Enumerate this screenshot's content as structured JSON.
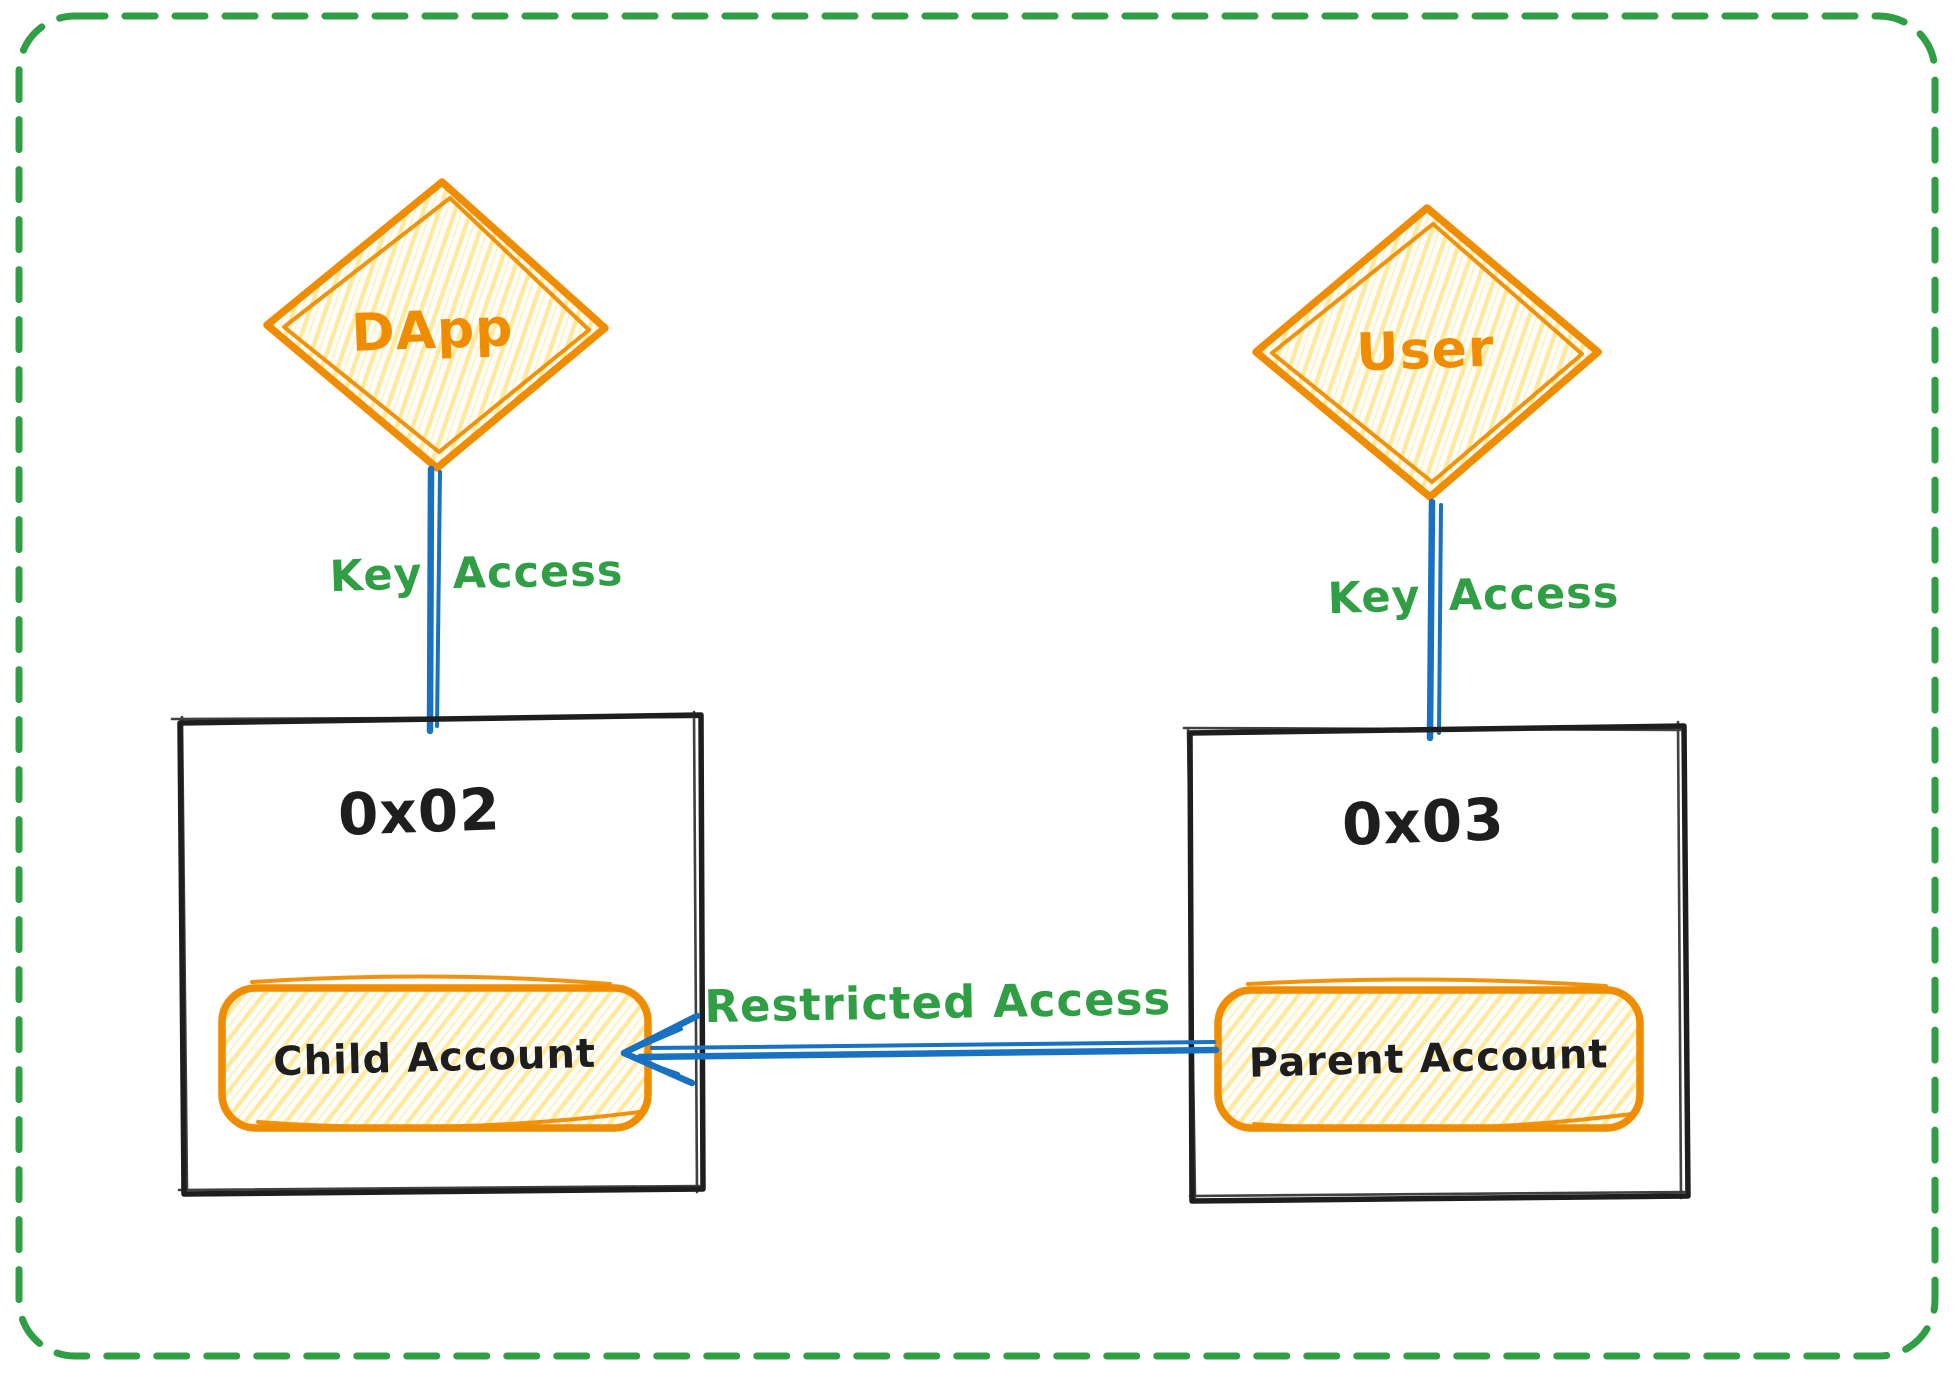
{
  "diagram": {
    "nodes": {
      "dapp": {
        "label": "DApp",
        "shape": "diamond"
      },
      "user": {
        "label": "User",
        "shape": "diamond"
      },
      "wallet_left": {
        "address": "0x02",
        "account": "Child Account"
      },
      "wallet_right": {
        "address": "0x03",
        "account": "Parent Account"
      }
    },
    "edges": {
      "dapp_key_access": {
        "label": "Key Access",
        "words": [
          "Key",
          "Access"
        ]
      },
      "user_key_access": {
        "label": "Key Access",
        "words": [
          "Key",
          "Access"
        ]
      },
      "restricted_access": {
        "label": "Restricted Access",
        "direction": "parent-to-child"
      }
    },
    "colors": {
      "orange_stroke": "#f08c00",
      "hatch_yellow": "#ffd43b",
      "green": "#2f9e44",
      "blue": "#1971c2",
      "ink": "#1e1e1e",
      "background": "#ffffff"
    }
  }
}
